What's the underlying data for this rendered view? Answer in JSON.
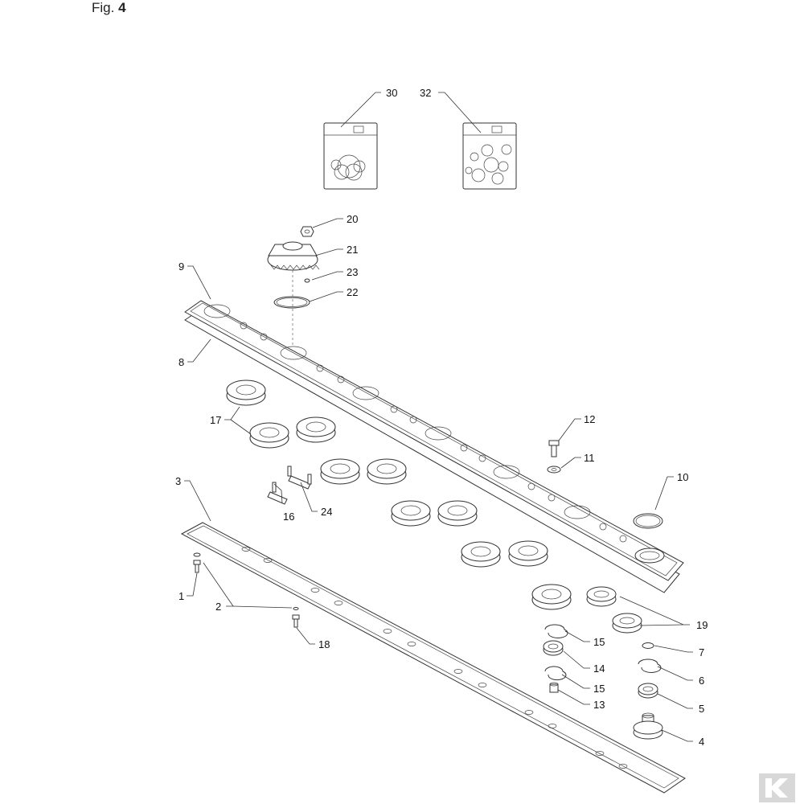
{
  "figure": {
    "prefix": "Fig.",
    "number": "4"
  },
  "callouts": [
    {
      "id": "c30",
      "label": "30"
    },
    {
      "id": "c32",
      "label": "32"
    },
    {
      "id": "c20",
      "label": "20"
    },
    {
      "id": "c21",
      "label": "21"
    },
    {
      "id": "c23",
      "label": "23"
    },
    {
      "id": "c22",
      "label": "22"
    },
    {
      "id": "c9",
      "label": "9"
    },
    {
      "id": "c8",
      "label": "8"
    },
    {
      "id": "c17",
      "label": "17"
    },
    {
      "id": "c12",
      "label": "12"
    },
    {
      "id": "c11",
      "label": "11"
    },
    {
      "id": "c10",
      "label": "10"
    },
    {
      "id": "c3",
      "label": "3"
    },
    {
      "id": "c16",
      "label": "16"
    },
    {
      "id": "c24",
      "label": "24"
    },
    {
      "id": "c1",
      "label": "1"
    },
    {
      "id": "c2",
      "label": "2"
    },
    {
      "id": "c18",
      "label": "18"
    },
    {
      "id": "c19",
      "label": "19"
    },
    {
      "id": "c15a",
      "label": "15"
    },
    {
      "id": "c7",
      "label": "7"
    },
    {
      "id": "c14",
      "label": "14"
    },
    {
      "id": "c6",
      "label": "6"
    },
    {
      "id": "c15b",
      "label": "15"
    },
    {
      "id": "c13",
      "label": "13"
    },
    {
      "id": "c5",
      "label": "5"
    },
    {
      "id": "c4",
      "label": "4"
    }
  ],
  "colors": {
    "line": "#333333",
    "text": "#111111",
    "logo": "#d8d8d8"
  },
  "logo": {
    "icon": "brand-logo-icon"
  }
}
